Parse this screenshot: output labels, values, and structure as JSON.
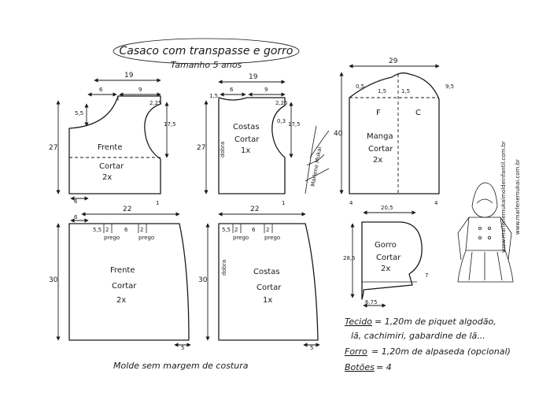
{
  "title": "Casaco com transpasse e gorro",
  "subtitle": "Tamanho 5 anos",
  "footer_note": "Molde sem margem de costura",
  "websites": [
    "www.marlenemukaimoldeinfantil.com.br",
    "www.marlenemukai.com.br"
  ],
  "signature": "Marlene Mukai",
  "colors": {
    "ink": "#1a1a1a",
    "paper": "#ffffff"
  },
  "pieces": {
    "frente_top": {
      "label": "Frente",
      "instruction": "Cortar",
      "count": "2x",
      "dims": {
        "width": "19",
        "neck": "6",
        "shoulder": "9",
        "height": "27",
        "neck_drop": "5,5",
        "arm_top": "2,25",
        "arm_depth": "17,5",
        "bottom": "6",
        "side": "1"
      }
    },
    "costas_top": {
      "label": "Costas",
      "instruction": "Cortar",
      "count": "1x",
      "fold": "dobra",
      "dims": {
        "width": "19",
        "back_neck_drop": "1,5",
        "neck": "6",
        "shoulder": "9",
        "arm_top": "2,25",
        "arm_depth": "17,5",
        "armhole": "0,3",
        "height": "27",
        "side": "1"
      }
    },
    "manga": {
      "label": "Manga",
      "instruction": "Cortar",
      "count": "2x",
      "front": "F",
      "back": "C",
      "dims": {
        "width": "29",
        "left_cap": "0,5",
        "center_cap": "1,5",
        "right_drop": "9,5",
        "front_cap": "1,5",
        "height": "40",
        "wrist_left": "4",
        "wrist_right": "4"
      }
    },
    "frente_bottom": {
      "label": "Frente",
      "instruction": "Cortar",
      "count": "2x",
      "dims": {
        "width": "22",
        "left": "6",
        "p1": "5,5",
        "p2": "2",
        "p3": "6",
        "p4": "2",
        "prego": "prego",
        "height": "30",
        "hem": "5"
      }
    },
    "costas_bottom": {
      "label": "Costas",
      "instruction": "Cortar",
      "count": "1x",
      "fold": "dobra",
      "dims": {
        "width": "22",
        "p1": "5,5",
        "p2": "2",
        "p3": "6",
        "p4": "2",
        "prego": "prego",
        "height": "30",
        "hem": "5"
      }
    },
    "gorro": {
      "label": "Gorro",
      "instruction": "Cortar",
      "count": "2x",
      "dims": {
        "width": "20,5",
        "height": "28,5",
        "bottom": "6,75",
        "side": "7"
      }
    }
  },
  "materials": {
    "tecido_label": "Tecido",
    "tecido_text": "= 1,20m de piquet algodão,",
    "tecido_text2": "lã, cachimiri, gabardine de lã...",
    "forro_label": "Forro",
    "forro_text": "= 1,20m de alpaseda (opcional)",
    "botoes_label": "Botões",
    "botoes_text": "= 4"
  }
}
